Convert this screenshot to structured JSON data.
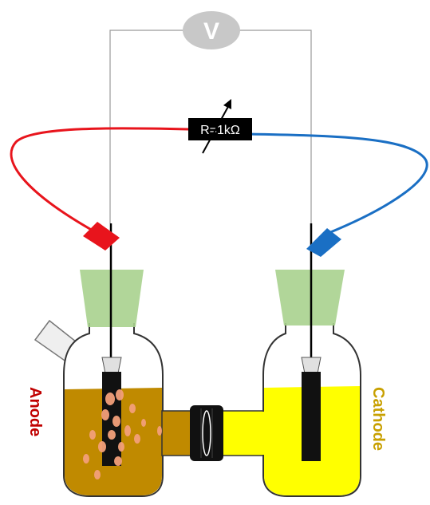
{
  "voltmeter": {
    "label": "V",
    "color": "#c8c8c8"
  },
  "resistor": {
    "label": "R=1kΩ",
    "color": "#000000"
  },
  "wires": {
    "anode_color": "#e8141c",
    "cathode_color": "#1a6fc4",
    "meter_wire_color": "#999999"
  },
  "anode_chamber": {
    "label": "Anode",
    "label_color": "#c00000",
    "liquid_color": "#c08a00",
    "particle_color": "#f3a07a"
  },
  "cathode_chamber": {
    "label": "Cathode",
    "label_color": "#c8a000",
    "liquid_color": "#ffff00"
  },
  "stoppers": {
    "color": "#a9d18e"
  },
  "icons": [
    "voltmeter-icon",
    "variable-resistor-icon",
    "electrode-clip-icon"
  ]
}
